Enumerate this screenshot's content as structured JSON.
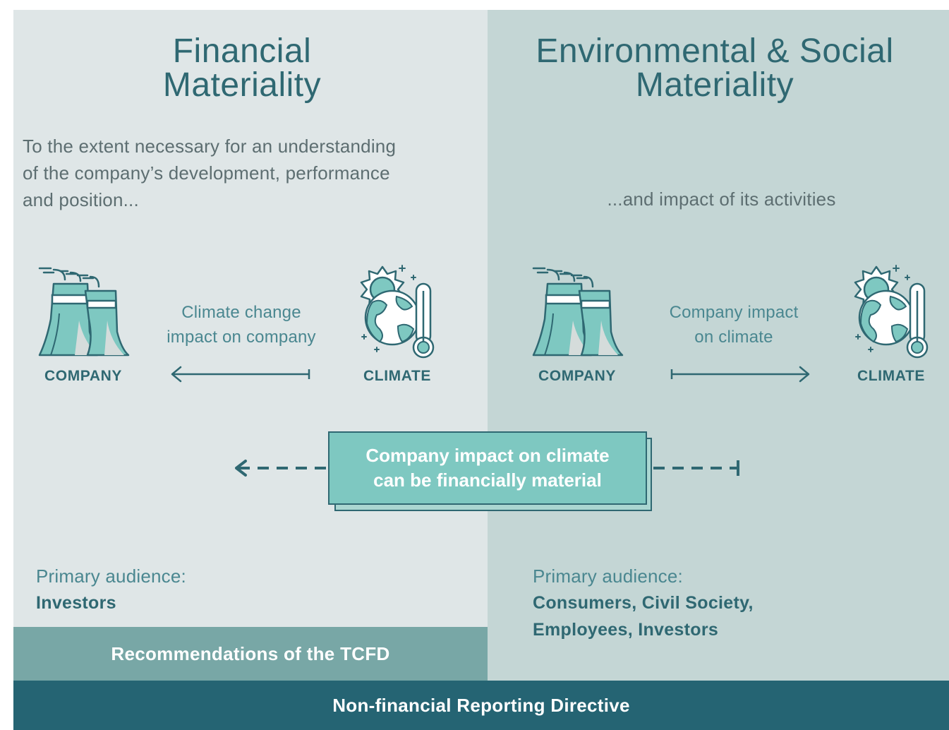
{
  "colors": {
    "left_panel_bg": "#dfe6e7",
    "right_panel_bg": "#c4d6d5",
    "teal_dark": "#2f6872",
    "teal_accent": "#7ec8c1",
    "tcfd_bar_bg": "#78a7a6",
    "nfrd_bar_bg": "#256473"
  },
  "left": {
    "title_line1": "Financial",
    "title_line2": "Materiality",
    "desc_line1": "To the extent necessary for an understanding",
    "desc_line2": "of the company’s development, performance",
    "desc_line3": "and position...",
    "company_icon": "factory-icon",
    "climate_icon": "climate-globe-thermometer-icon",
    "company_label": "COMPANY",
    "climate_label": "CLIMATE",
    "flow_line1": "Climate change",
    "flow_line2": "impact on company",
    "audience_label": "Primary audience:",
    "audience_value": "Investors"
  },
  "right": {
    "title_line1": "Environmental & Social",
    "title_line2": "Materiality",
    "desc": "...and impact of its activities",
    "company_icon": "factory-icon",
    "climate_icon": "climate-globe-thermometer-icon",
    "company_label": "COMPANY",
    "climate_label": "CLIMATE",
    "flow_line1": "Company impact",
    "flow_line2": "on climate",
    "audience_label": "Primary audience:",
    "audience_value_line1": "Consumers, Civil Society,",
    "audience_value_line2": "Employees, Investors"
  },
  "callout": {
    "line1": "Company impact on climate",
    "line2": "can be financially material"
  },
  "tcfd_bar": "Recommendations of the TCFD",
  "nfrd_bar": "Non-financial Reporting Directive"
}
